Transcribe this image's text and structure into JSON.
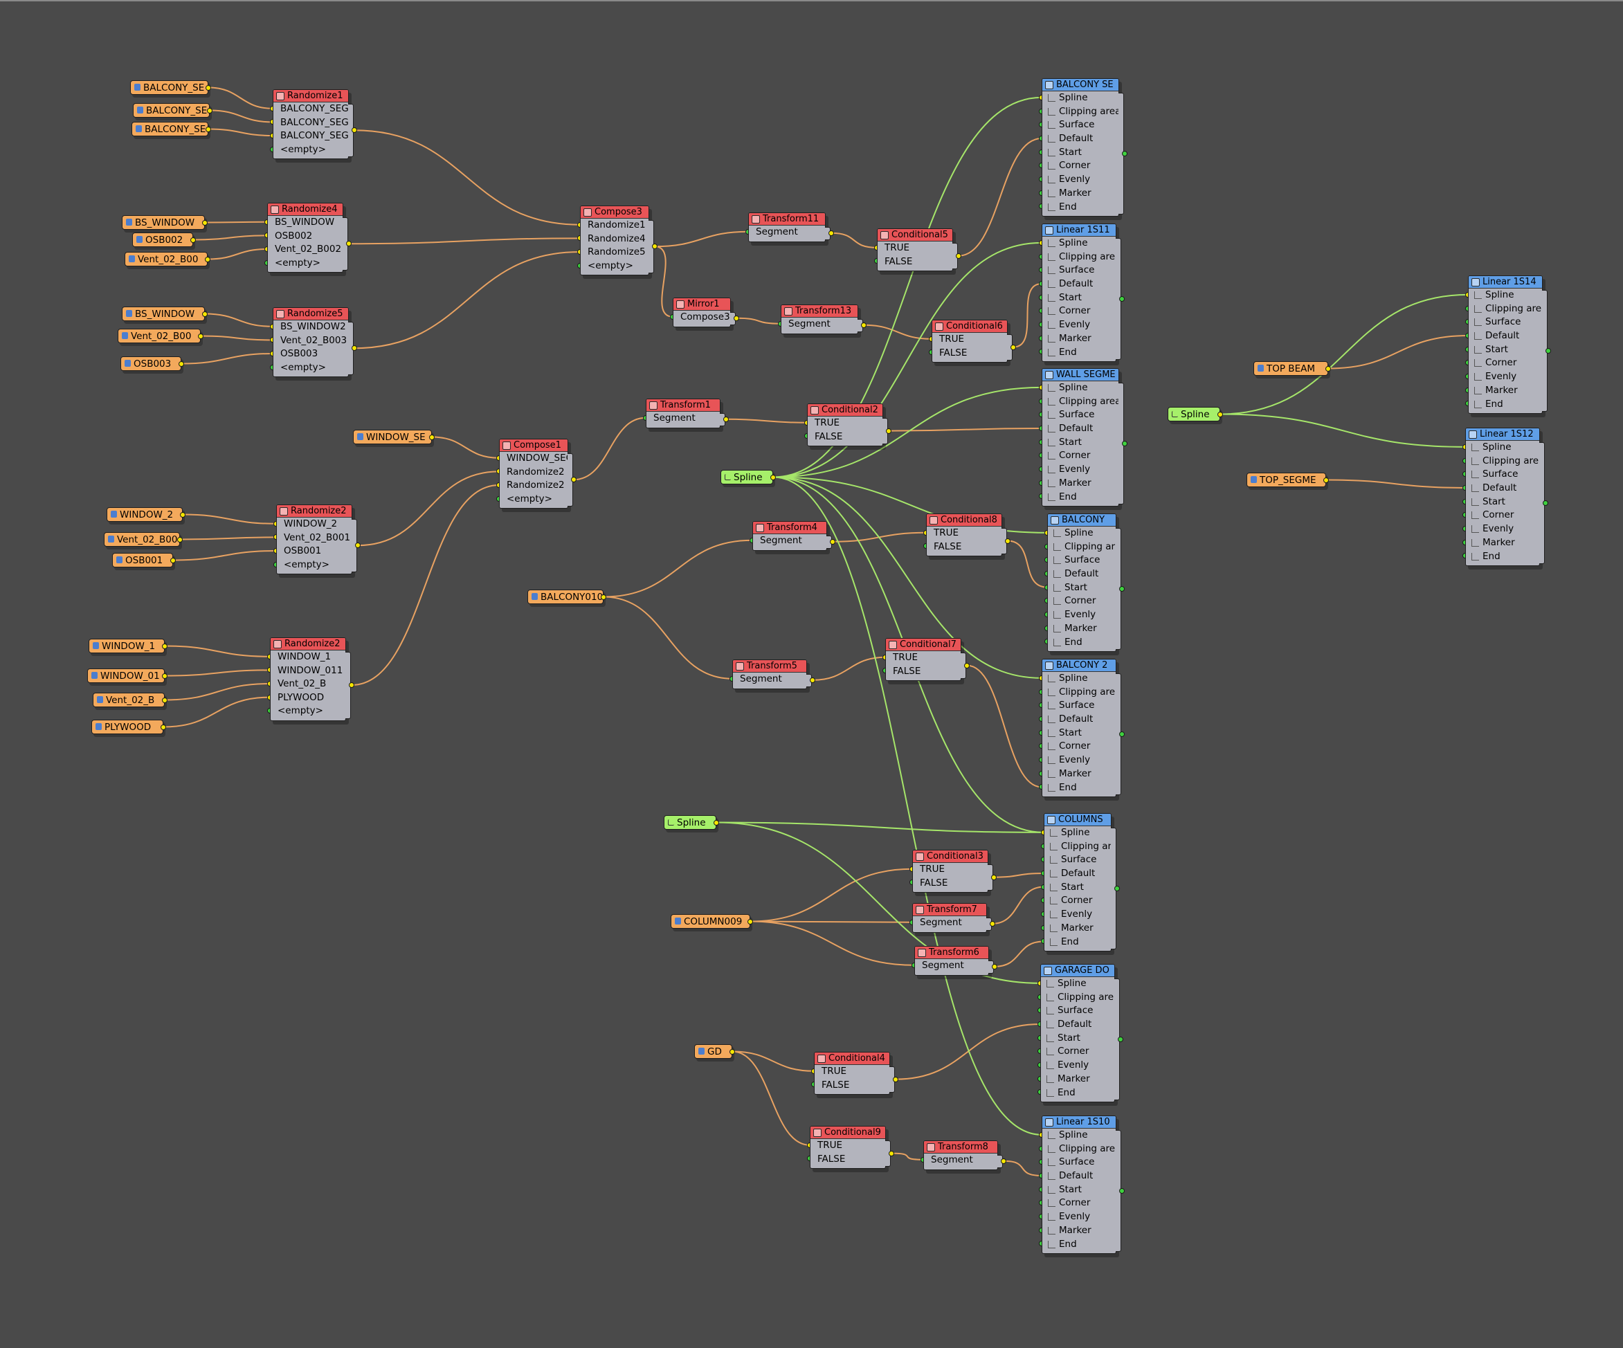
{
  "constants": [
    {
      "id": "c_bs1",
      "label": "BALCONY_SE",
      "type": "orange"
    },
    {
      "id": "c_bs2",
      "label": "BALCONY_SE",
      "type": "orange"
    },
    {
      "id": "c_bs3",
      "label": "BALCONY_SE",
      "type": "orange"
    },
    {
      "id": "c_bsw1",
      "label": "BS_WINDOW",
      "type": "orange"
    },
    {
      "id": "c_osb2",
      "label": "OSB002",
      "type": "orange"
    },
    {
      "id": "c_vent1",
      "label": "Vent_02_B00",
      "type": "orange"
    },
    {
      "id": "c_bsw2",
      "label": "BS_WINDOW",
      "type": "orange"
    },
    {
      "id": "c_vent2",
      "label": "Vent_02_B00",
      "type": "orange"
    },
    {
      "id": "c_osb3",
      "label": "OSB003",
      "type": "orange"
    },
    {
      "id": "c_winse",
      "label": "WINDOW_SE",
      "type": "orange"
    },
    {
      "id": "c_win2",
      "label": "WINDOW_2",
      "type": "orange"
    },
    {
      "id": "c_vent3",
      "label": "Vent_02_B00",
      "type": "orange"
    },
    {
      "id": "c_osb1",
      "label": "OSB001",
      "type": "orange"
    },
    {
      "id": "c_win1",
      "label": "WINDOW_1",
      "type": "orange"
    },
    {
      "id": "c_win01",
      "label": "WINDOW_01",
      "type": "orange"
    },
    {
      "id": "c_vent4",
      "label": "Vent_02_B",
      "type": "orange"
    },
    {
      "id": "c_ply",
      "label": "PLYWOOD",
      "type": "orange"
    },
    {
      "id": "c_balc",
      "label": "BALCONY010",
      "type": "orange"
    },
    {
      "id": "c_col",
      "label": "COLUMN009",
      "type": "orange"
    },
    {
      "id": "c_gd",
      "label": "GD",
      "type": "orange"
    },
    {
      "id": "c_top1",
      "label": "TOP BEAM",
      "type": "orange"
    },
    {
      "id": "c_top2",
      "label": "TOP_SEGME",
      "type": "orange"
    },
    {
      "id": "c_spl1",
      "label": "Spline",
      "type": "green"
    },
    {
      "id": "c_spl2",
      "label": "Spline",
      "type": "green"
    },
    {
      "id": "c_spl3",
      "label": "Spline",
      "type": "green"
    }
  ],
  "nodes": [
    {
      "id": "r1",
      "title": "Randomize1",
      "kind": "red",
      "ports": [
        "BALCONY_SEG",
        "BALCONY_SEG",
        "BALCONY_SEG",
        "<empty>"
      ]
    },
    {
      "id": "r4",
      "title": "Randomize4",
      "kind": "red",
      "ports": [
        "BS_WINDOW",
        "OSB002",
        "Vent_02_B002",
        "<empty>"
      ]
    },
    {
      "id": "r5",
      "title": "Randomize5",
      "kind": "red",
      "ports": [
        "BS_WINDOW2",
        "Vent_02_B003",
        "OSB003",
        "<empty>"
      ]
    },
    {
      "id": "r2a",
      "title": "Randomize2",
      "kind": "red",
      "ports": [
        "WINDOW_2",
        "Vent_02_B001",
        "OSB001",
        "<empty>"
      ]
    },
    {
      "id": "r2b",
      "title": "Randomize2",
      "kind": "red",
      "ports": [
        "WINDOW_1",
        "WINDOW_011",
        "Vent_02_B",
        "PLYWOOD",
        "<empty>"
      ]
    },
    {
      "id": "cp3",
      "title": "Compose3",
      "kind": "red",
      "ports": [
        "Randomize1",
        "Randomize4",
        "Randomize5",
        "<empty>"
      ]
    },
    {
      "id": "cp1",
      "title": "Compose1",
      "kind": "red",
      "ports": [
        "WINDOW_SEG",
        "Randomize2",
        "Randomize2",
        "<empty>"
      ]
    },
    {
      "id": "t11",
      "title": "Transform11",
      "kind": "red",
      "ports": [
        "Segment"
      ]
    },
    {
      "id": "mr1",
      "title": "Mirror1",
      "kind": "red",
      "ports": [
        "Compose3"
      ]
    },
    {
      "id": "t13",
      "title": "Transform13",
      "kind": "red",
      "ports": [
        "Segment"
      ]
    },
    {
      "id": "t1",
      "title": "Transform1",
      "kind": "red",
      "ports": [
        "Segment"
      ]
    },
    {
      "id": "t4",
      "title": "Transform4",
      "kind": "red",
      "ports": [
        "Segment"
      ]
    },
    {
      "id": "t5",
      "title": "Transform5",
      "kind": "red",
      "ports": [
        "Segment"
      ]
    },
    {
      "id": "t7",
      "title": "Transform7",
      "kind": "red",
      "ports": [
        "Segment"
      ]
    },
    {
      "id": "t6",
      "title": "Transform6",
      "kind": "red",
      "ports": [
        "Segment"
      ]
    },
    {
      "id": "t8",
      "title": "Transform8",
      "kind": "red",
      "ports": [
        "Segment"
      ]
    },
    {
      "id": "cd5",
      "title": "Conditional5",
      "kind": "red",
      "ports": [
        "TRUE",
        "FALSE"
      ]
    },
    {
      "id": "cd6",
      "title": "Conditional6",
      "kind": "red",
      "ports": [
        "TRUE",
        "FALSE"
      ]
    },
    {
      "id": "cd2",
      "title": "Conditional2",
      "kind": "red",
      "ports": [
        "TRUE",
        "FALSE"
      ]
    },
    {
      "id": "cd8",
      "title": "Conditional8",
      "kind": "red",
      "ports": [
        "TRUE",
        "FALSE"
      ]
    },
    {
      "id": "cd7",
      "title": "Conditional7",
      "kind": "red",
      "ports": [
        "TRUE",
        "FALSE"
      ]
    },
    {
      "id": "cd3",
      "title": "Conditional3",
      "kind": "red",
      "ports": [
        "TRUE",
        "FALSE"
      ]
    },
    {
      "id": "cd4",
      "title": "Conditional4",
      "kind": "red",
      "ports": [
        "TRUE",
        "FALSE"
      ]
    },
    {
      "id": "cd9",
      "title": "Conditional9",
      "kind": "red",
      "ports": [
        "TRUE",
        "FALSE"
      ]
    },
    {
      "id": "ls1",
      "title": "BALCONY SE",
      "kind": "blue",
      "ports": [
        "Spline",
        "Clipping area",
        "Surface",
        "Default",
        "Start",
        "Corner",
        "Evenly",
        "Marker",
        "End"
      ]
    },
    {
      "id": "ls2",
      "title": "Linear 1S11",
      "kind": "blue",
      "ports": [
        "Spline",
        "Clipping area",
        "Surface",
        "Default",
        "Start",
        "Corner",
        "Evenly",
        "Marker",
        "End"
      ]
    },
    {
      "id": "ls3",
      "title": "WALL SEGME",
      "kind": "blue",
      "ports": [
        "Spline",
        "Clipping area",
        "Surface",
        "Default",
        "Start",
        "Corner",
        "Evenly",
        "Marker",
        "End"
      ]
    },
    {
      "id": "ls4",
      "title": "BALCONY",
      "kind": "blue",
      "ports": [
        "Spline",
        "Clipping ar",
        "Surface",
        "Default",
        "Start",
        "Corner",
        "Evenly",
        "Marker",
        "End"
      ]
    },
    {
      "id": "ls5",
      "title": "BALCONY 2",
      "kind": "blue",
      "ports": [
        "Spline",
        "Clipping area",
        "Surface",
        "Default",
        "Start",
        "Corner",
        "Evenly",
        "Marker",
        "End"
      ]
    },
    {
      "id": "ls6",
      "title": "COLUMNS",
      "kind": "blue",
      "ports": [
        "Spline",
        "Clipping ar",
        "Surface",
        "Default",
        "Start",
        "Corner",
        "Evenly",
        "Marker",
        "End"
      ]
    },
    {
      "id": "ls7",
      "title": "GARAGE DO",
      "kind": "blue",
      "ports": [
        "Spline",
        "Clipping area",
        "Surface",
        "Default",
        "Start",
        "Corner",
        "Evenly",
        "Marker",
        "End"
      ]
    },
    {
      "id": "ls8",
      "title": "Linear 1S10",
      "kind": "blue",
      "ports": [
        "Spline",
        "Clipping area",
        "Surface",
        "Default",
        "Start",
        "Corner",
        "Evenly",
        "Marker",
        "End"
      ]
    },
    {
      "id": "ls9",
      "title": "Linear 1S14",
      "kind": "blue",
      "ports": [
        "Spline",
        "Clipping area",
        "Surface",
        "Default",
        "Start",
        "Corner",
        "Evenly",
        "Marker",
        "End"
      ]
    },
    {
      "id": "ls10",
      "title": "Linear 1S12",
      "kind": "blue",
      "ports": [
        "Spline",
        "Clipping area",
        "Surface",
        "Default",
        "Start",
        "Corner",
        "Evenly",
        "Marker",
        "End"
      ]
    }
  ],
  "colors": {
    "canvas": "#4a4a4a",
    "wire_orange": "#e8a262",
    "wire_green": "#a6e66a",
    "header_red": "#e85457",
    "header_blue": "#5f9ee6",
    "constant_orange": "#f3a95c",
    "constant_green": "#a6f06a"
  }
}
